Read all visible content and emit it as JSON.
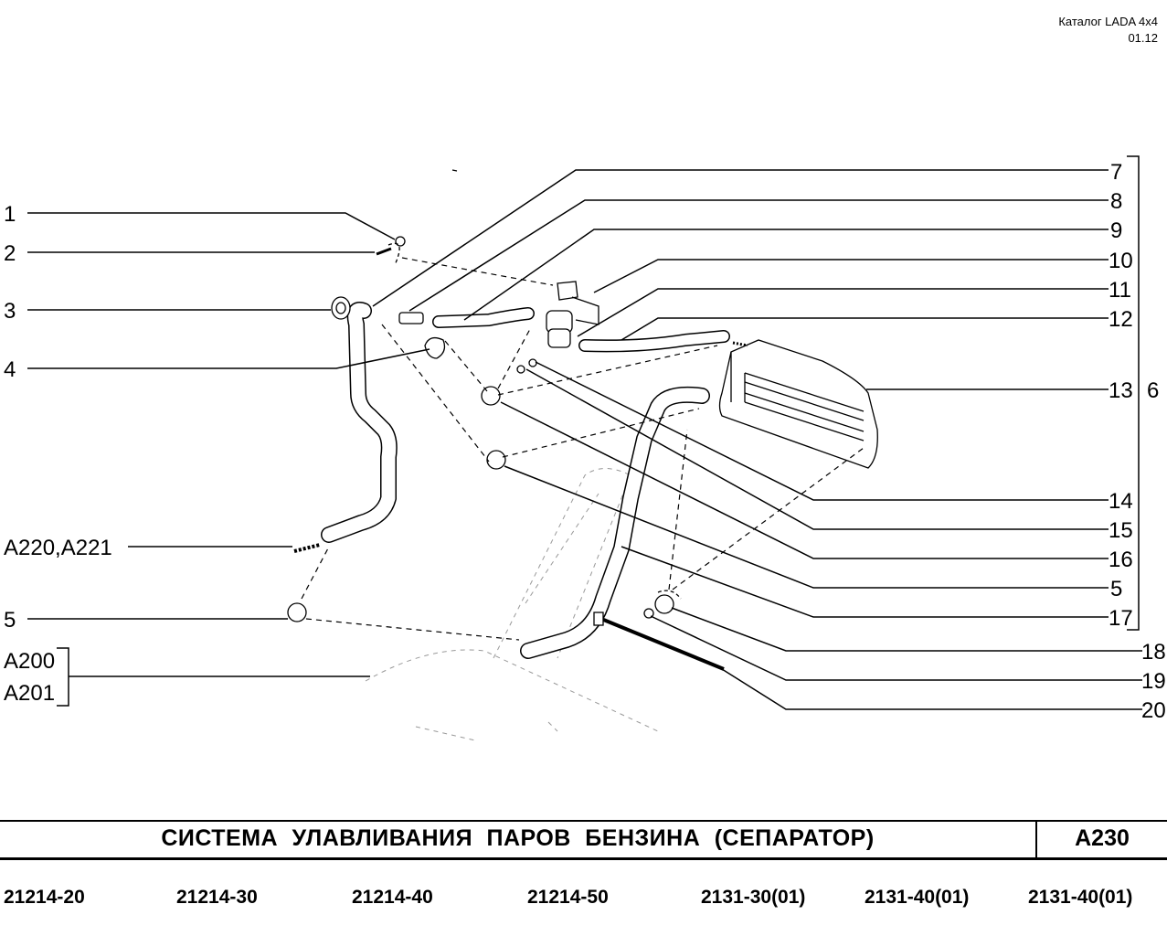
{
  "header": {
    "catalog": "Каталог  LADA  4x4",
    "date": "01.12"
  },
  "callouts_left": [
    "1",
    "2",
    "3",
    "4",
    "A220,A221",
    "5",
    "A200",
    "A201"
  ],
  "callouts_right": [
    "7",
    "8",
    "9",
    "10",
    "11",
    "12",
    "13",
    "14",
    "15",
    "16",
    "5",
    "17",
    "18",
    "19",
    "20"
  ],
  "group_label": "6",
  "title": "СИСТЕМА   УЛАВЛИВАНИЯ   ПАРОВ   БЕНЗИНА (СЕПАРАТОР)",
  "section_code": "A230",
  "models": [
    "21214-20",
    "21214-30",
    "21214-40",
    "21214-50",
    "2131-30(01)",
    "2131-40(01)",
    "2131-40(01)"
  ]
}
